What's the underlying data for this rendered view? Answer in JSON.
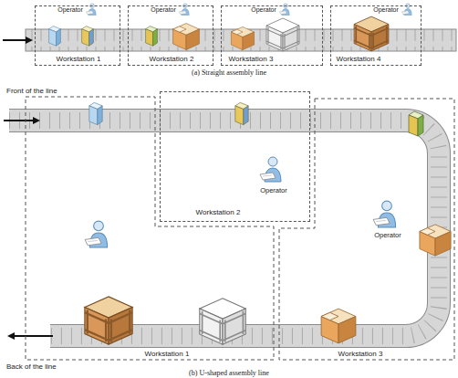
{
  "diagram": {
    "nodes": [
      {
        "text": [
          "Operator",
          "Workstation 1"
        ]
      },
      {
        "text": [
          "Operator",
          "Workstation 2"
        ]
      },
      {
        "text": [
          "Operator",
          "Workstation 3"
        ]
      },
      {
        "text": [
          "Operator",
          "Workstation 4"
        ]
      },
      {
        "text": [
          "Workstation 1"
        ]
      },
      {
        "text": [
          "Operator",
          "Workstation 2"
        ]
      },
      {
        "text": [
          "Operator",
          "Workstation 3"
        ]
      }
    ],
    "edges": [],
    "labels": [
      "(a) Straight assembly line",
      "Front of the line",
      "Back of the line",
      "(b) U-shaped assembly line"
    ]
  }
}
